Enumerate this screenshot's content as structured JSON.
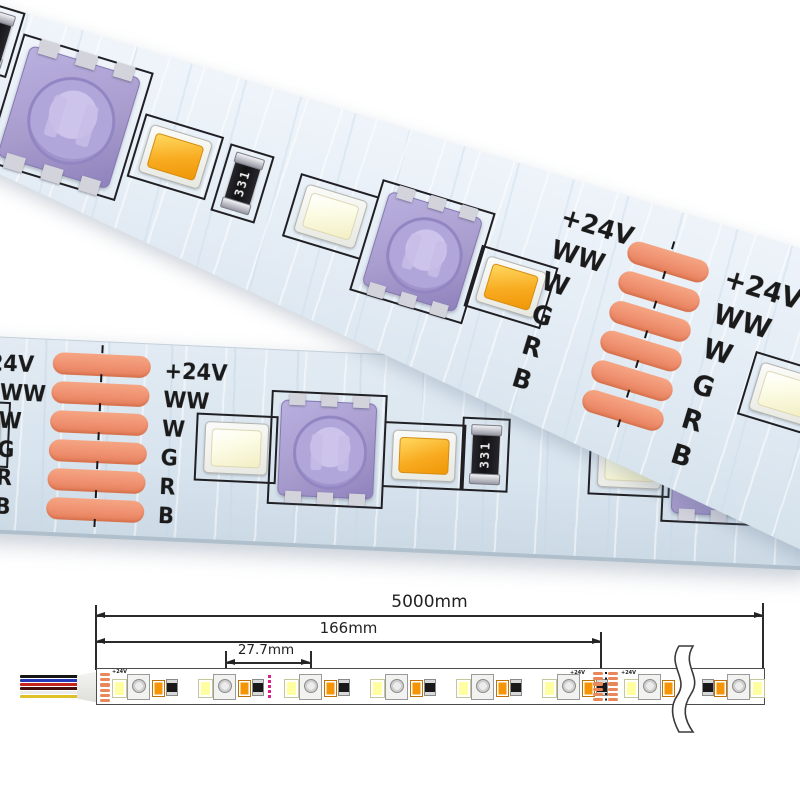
{
  "product": {
    "strip_labels": [
      "+24V",
      "WW",
      "W",
      "G",
      "R",
      "B"
    ],
    "strip_labels_cut": [
      "24V",
      "WW",
      "W",
      "G",
      "R",
      "B"
    ],
    "resistor_marking": "331"
  },
  "diagram": {
    "total_length": "5000mm",
    "segment_length": "166mm",
    "led_spacing": "27.7mm",
    "pad_label": "+24V",
    "wire_colors": [
      "#151515",
      "#2638b8",
      "#c4241c",
      "#47100c",
      "#ececec",
      "#e0c028"
    ]
  },
  "colors": {
    "solder_pad": "#ef9170",
    "silkscreen_text": "#1a1a1a",
    "rgb_led_body": "#a89ccd",
    "warm_white_led": "#f8ab20",
    "cool_white_led": "#fcfce6",
    "pcb_top_strip": "#e2ebf4",
    "pcb_bottom_strip": "#d8e4ee",
    "diagram_line": "#2b2b2b",
    "brand_mark": "#d9208c"
  }
}
